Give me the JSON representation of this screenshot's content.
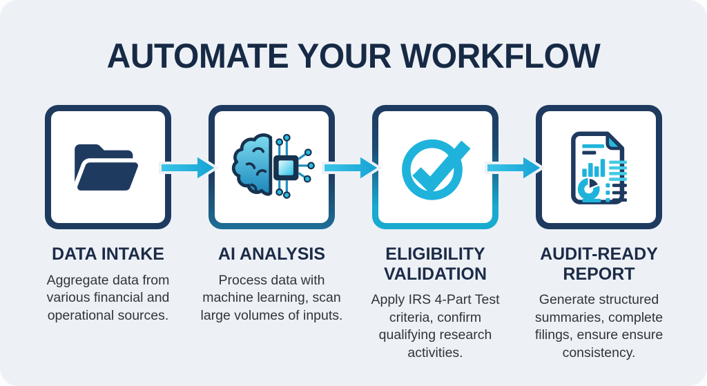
{
  "title": "AUTOMATE YOUR WORKFLOW",
  "steps": [
    {
      "heading": "DATA INTAKE",
      "body": "Aggregate data from various financial and operational sources.",
      "icon": "folder-icon"
    },
    {
      "heading": "AI ANALYSIS",
      "body": "Process data with machine learning, scan large volumes of inputs.",
      "icon": "brain-chip-icon"
    },
    {
      "heading": "ELIGIBILITY VALIDATION",
      "body": "Apply IRS 4-Part Test criteria, confirm qualifying research activities.",
      "icon": "check-circle-icon"
    },
    {
      "heading": "AUDIT-READY REPORT",
      "body": "Generate structured summaries, complete filings, ensure ensure consistency.",
      "icon": "report-icon"
    }
  ],
  "colors": {
    "background": "#edf1f6",
    "navy": "#1e3a5f",
    "cyan": "#1fb0d8",
    "title_text": "#172a45",
    "body_text": "#2f343c"
  }
}
